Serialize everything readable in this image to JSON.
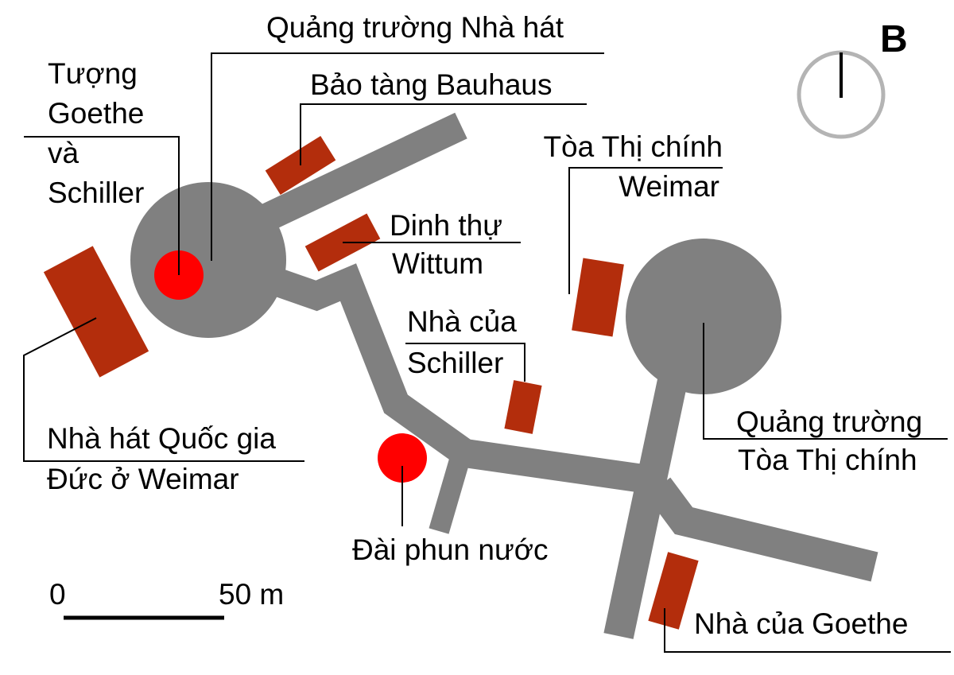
{
  "panel_letter": "B",
  "colors": {
    "road": "#808080",
    "building": "#b32d0c",
    "marker": "#ff0000",
    "leader": "#000000",
    "compass_ring": "#b4b4b4"
  },
  "labels": {
    "theater_square": "Quảng trường Nhà hát",
    "bauhaus_museum": "Bảo tàng Bauhaus",
    "goethe_schiller_monument": [
      "Tượng",
      "Goethe",
      "và",
      "Schiller"
    ],
    "wittum_palace": [
      "Dinh thự",
      "Wittum"
    ],
    "town_hall": [
      "Tòa Thị chính",
      "Weimar"
    ],
    "schiller_house": [
      "Nhà của",
      "Schiller"
    ],
    "national_theatre": [
      "Nhà hát Quốc gia",
      "Đức ở Weimar"
    ],
    "market_square": [
      "Quảng trường",
      "Tòa Thị chính"
    ],
    "fountain": "Đài phun nước",
    "goethe_house": "Nhà của Goethe"
  },
  "scale_bar": {
    "start_label": "0",
    "end_label": "50 m",
    "distance_m": 50
  },
  "compass": {
    "icon": "north-arrow-icon"
  }
}
